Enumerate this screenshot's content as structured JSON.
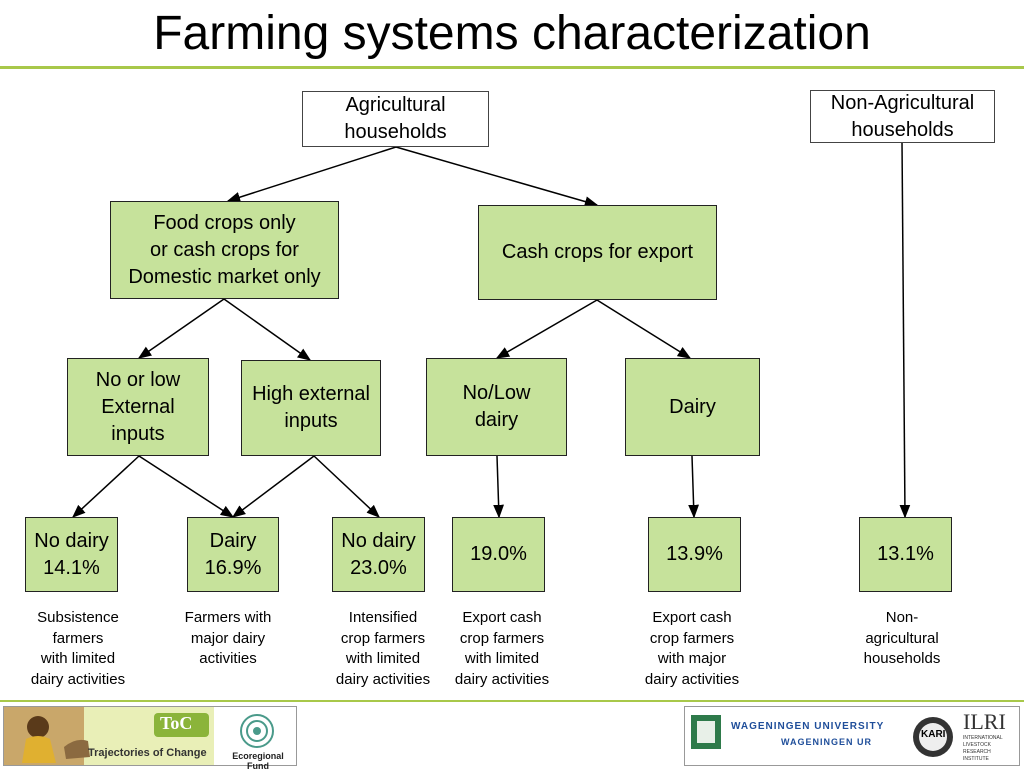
{
  "title": "Farming systems characterization",
  "nodes": {
    "agri": "Agricultural\nhouseholds",
    "nonagri": "Non-Agricultural\nhouseholds",
    "food": "Food crops only\nor cash crops for\nDomestic market only",
    "cash": "Cash crops for export",
    "nolow": "No or low\nExternal\ninputs",
    "high": "High external\ninputs",
    "nolowdairy": "No/Low\ndairy",
    "dairy": "Dairy",
    "r1": "No dairy\n14.1%",
    "r2": "Dairy\n16.9%",
    "r3": "No dairy\n23.0%",
    "r4": "19.0%",
    "r5": "13.9%",
    "r6": "13.1%"
  },
  "captions": {
    "c1": "Subsistence\nfarmers\nwith limited\ndairy activities",
    "c2": "Farmers with\nmajor dairy\nactivities",
    "c3": "Intensified\ncrop farmers\nwith limited\ndairy activities",
    "c4": "Export cash\ncrop farmers\nwith limited\ndairy activities",
    "c5": "Export cash\ncrop farmers\nwith major\ndairy activities",
    "c6": "Non-\nagricultural\nhouseholds"
  },
  "footer": {
    "toc_logo_text": "ToC",
    "toc_label": "Trajectories of Change",
    "eco_label": "Ecoregional Fund",
    "wageningen_top": "WAGENINGEN UNIVERSITY",
    "wageningen_bottom": "WAGENINGEN UR",
    "kari_label": "KARI",
    "ilri_label": "ILRI",
    "ilri_sub": "INTERNATIONAL\nLIVESTOCK RESEARCH\nINSTITUTE"
  },
  "colors": {
    "box_fill": "#c6e29b",
    "accent_rule": "#a8c84a"
  }
}
